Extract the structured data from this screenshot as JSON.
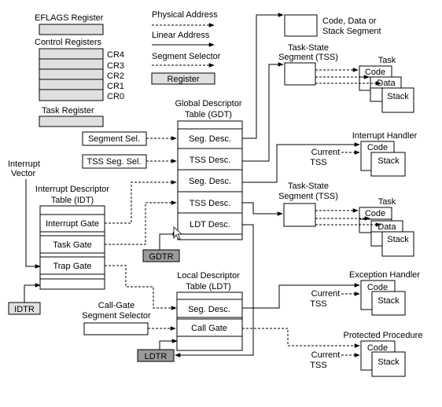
{
  "legend": {
    "eflags": "EFLAGS Register",
    "control_registers": "Control Registers",
    "cr4": "CR4",
    "cr3": "CR3",
    "cr2": "CR2",
    "cr1": "CR1",
    "cr0": "CR0",
    "task_register": "Task Register",
    "physical_address": "Physical Address",
    "linear_address": "Linear Address",
    "segment_selector": "Segment Selector",
    "register": "Register"
  },
  "gdt": {
    "title1": "Global Descriptor",
    "title2": "Table (GDT)",
    "entries": [
      "Seg. Desc.",
      "TSS Desc.",
      "Seg. Desc.",
      "TSS Desc.",
      "LDT Desc."
    ],
    "register": "GDTR"
  },
  "idt": {
    "title1": "Interrupt Descriptor",
    "title2": "Table (IDT)",
    "entries": [
      "Interrupt Gate",
      "Task Gate",
      "Trap Gate"
    ],
    "register": "IDTR",
    "vector1": "Interrupt",
    "vector2": "Vector"
  },
  "ldt": {
    "title1": "Local Descriptor",
    "title2": "Table (LDT)",
    "entries": [
      "Seg. Desc.",
      "Call Gate"
    ],
    "register": "LDTR"
  },
  "selectors": {
    "segment_sel": "Segment Sel.",
    "tss_seg_sel": "TSS Seg. Sel.",
    "call_gate1": "Call-Gate",
    "call_gate2": "Segment Selector"
  },
  "right": {
    "code_data1": "Code, Data or",
    "code_data2": "Stack Segment",
    "tss1": "Task-State",
    "tss2": "Segment (TSS)",
    "task": "Task",
    "code": "Code",
    "data": "Data",
    "stack": "Stack",
    "interrupt_handler": "Interrupt Handler",
    "exception_handler": "Exception Handler",
    "protected_procedure": "Protected Procedure",
    "current": "Current",
    "tss": "TSS"
  }
}
